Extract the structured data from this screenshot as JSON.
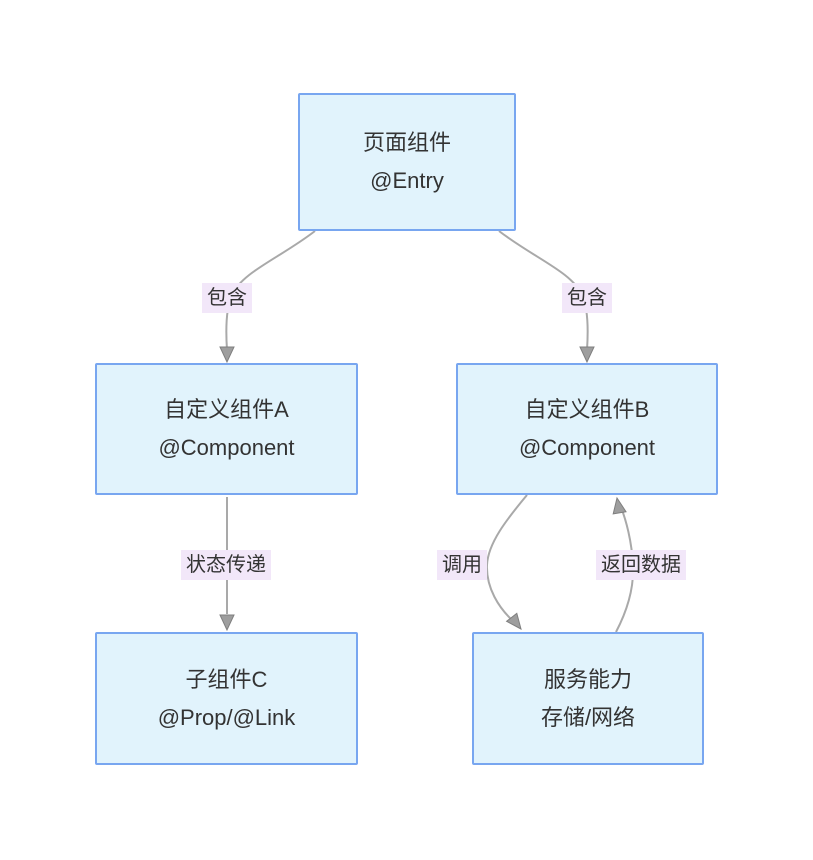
{
  "diagram": {
    "type": "flowchart",
    "background": "#ffffff",
    "colors": {
      "node_fill": "#e1f3fc",
      "node_border": "#78a6f0",
      "node_text": "#333333",
      "edge_line": "#a9a9a9",
      "arrow_fill": "#9e9e9e",
      "edge_label_bg": "#f2e7f9",
      "edge_label_text": "#333333"
    },
    "nodes": [
      {
        "id": "entry",
        "line1": "页面组件",
        "line2": "@Entry"
      },
      {
        "id": "compA",
        "line1": "自定义组件A",
        "line2": "@Component"
      },
      {
        "id": "compB",
        "line1": "自定义组件B",
        "line2": "@Component"
      },
      {
        "id": "childC",
        "line1": "子组件C",
        "line2": "@Prop/@Link"
      },
      {
        "id": "service",
        "line1": "服务能力",
        "line2": "存储/网络"
      }
    ],
    "edges": [
      {
        "from": "entry",
        "to": "compA",
        "label": "包含"
      },
      {
        "from": "entry",
        "to": "compB",
        "label": "包含"
      },
      {
        "from": "compA",
        "to": "childC",
        "label": "状态传递"
      },
      {
        "from": "compB",
        "to": "service",
        "label": "调用"
      },
      {
        "from": "service",
        "to": "compB",
        "label": "返回数据"
      }
    ]
  }
}
